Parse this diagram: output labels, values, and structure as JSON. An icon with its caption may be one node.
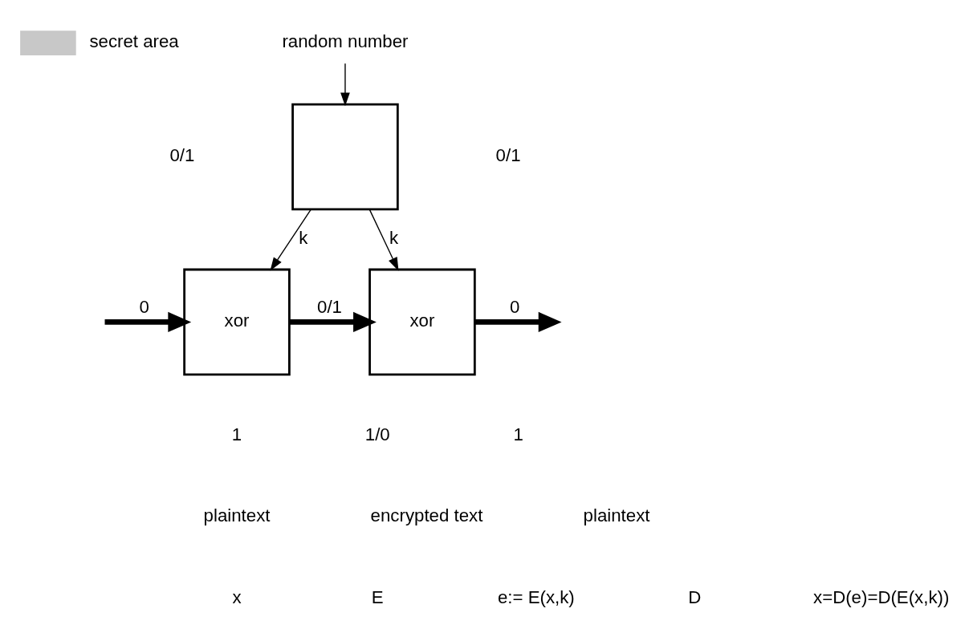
{
  "diagram": {
    "nodes": [
      {
        "text": [],
        "shape": "box"
      },
      {
        "text": [
          "xor"
        ]
      },
      {
        "text": [
          "xor"
        ]
      },
      {
        "text": [
          "random number"
        ]
      }
    ],
    "edges": [
      {
        "from": 3,
        "to": 0,
        "arrow": "to"
      },
      {
        "from": 0,
        "to": 1,
        "arrow": "to",
        "label": "k"
      },
      {
        "from": 0,
        "to": 2,
        "arrow": "to",
        "label": "k"
      },
      {
        "from": null,
        "to": 1,
        "arrow": "to",
        "label": "0",
        "style": "thick"
      },
      {
        "from": 1,
        "to": 2,
        "arrow": "to",
        "label": "0/1",
        "style": "thick"
      },
      {
        "from": 2,
        "to": null,
        "arrow": "to",
        "label": "0",
        "style": "thick"
      }
    ],
    "labels": [
      "0/1",
      "0/1",
      "1",
      "1/0",
      "1",
      "plaintext",
      "encrypted text",
      "plaintext",
      "x",
      "E",
      "e:= E(x,k)",
      "D",
      "x=D(e)=D(E(x,k))"
    ],
    "legend": [
      {
        "text": "secret area",
        "color": "#c8c8c8"
      }
    ]
  }
}
